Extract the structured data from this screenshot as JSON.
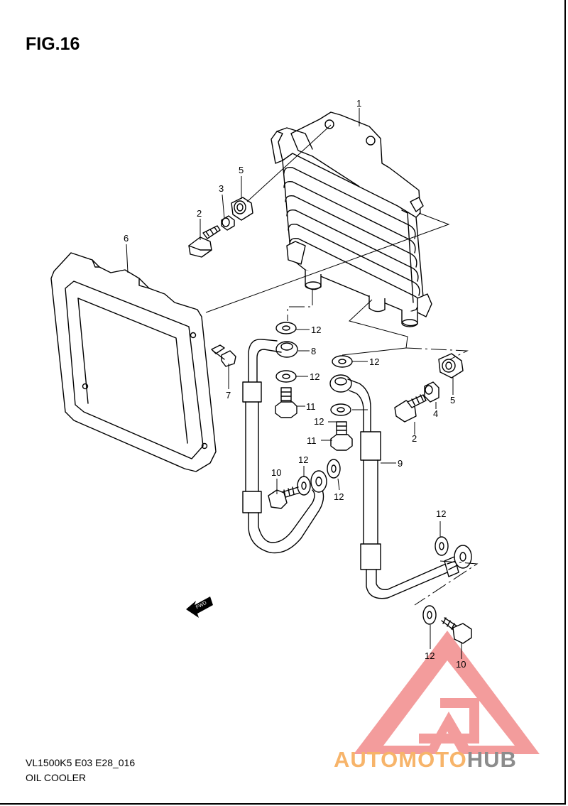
{
  "figure": {
    "title": "FIG.16",
    "model_code": "VL1500K5 E03 E28_016",
    "part_name": "OIL COOLER"
  },
  "callouts": [
    {
      "id": "c1",
      "label": "1"
    },
    {
      "id": "c2a",
      "label": "2"
    },
    {
      "id": "c2b",
      "label": "2"
    },
    {
      "id": "c3",
      "label": "3"
    },
    {
      "id": "c4",
      "label": "4"
    },
    {
      "id": "c5a",
      "label": "5"
    },
    {
      "id": "c5b",
      "label": "5"
    },
    {
      "id": "c6",
      "label": "6"
    },
    {
      "id": "c7",
      "label": "7"
    },
    {
      "id": "c8",
      "label": "8"
    },
    {
      "id": "c9",
      "label": "9"
    },
    {
      "id": "c10a",
      "label": "10"
    },
    {
      "id": "c10b",
      "label": "10"
    },
    {
      "id": "c11a",
      "label": "11"
    },
    {
      "id": "c11b",
      "label": "11"
    },
    {
      "id": "c12a",
      "label": "12"
    },
    {
      "id": "c12b",
      "label": "12"
    },
    {
      "id": "c12c",
      "label": "12"
    },
    {
      "id": "c12d",
      "label": "12"
    },
    {
      "id": "c12e",
      "label": "12"
    },
    {
      "id": "c12f",
      "label": "12"
    },
    {
      "id": "c12g",
      "label": "12"
    },
    {
      "id": "c12h",
      "label": "12"
    }
  ],
  "fwd_arrow": {
    "label": "FWD"
  },
  "watermark": {
    "part_a": "AUTOMOTO",
    "part_b": "HUB",
    "color_a": "#f7b46a",
    "color_b": "#8c8c8c",
    "logo_color": "#f28b8b"
  }
}
